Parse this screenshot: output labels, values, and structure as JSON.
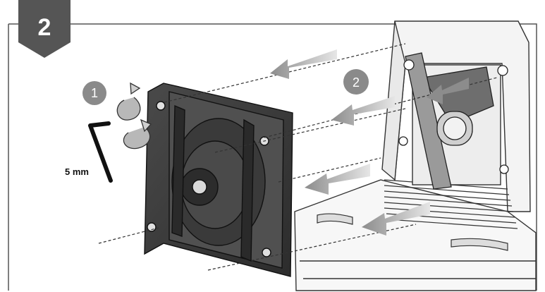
{
  "step": {
    "number": "2"
  },
  "callouts": [
    {
      "number": "1"
    },
    {
      "number": "2"
    }
  ],
  "tool": {
    "size_label": "5 mm"
  },
  "icons": {
    "step_badge": "step-badge-icon",
    "wrench": "allen-key-icon",
    "rotate": "rotate-arrow-icon",
    "direction": "direction-arrow-icon"
  },
  "colors": {
    "badge": "#555555",
    "callout": "#8a8a8a",
    "arrow": "#9a9a9a",
    "part": "#3a3a3a"
  }
}
